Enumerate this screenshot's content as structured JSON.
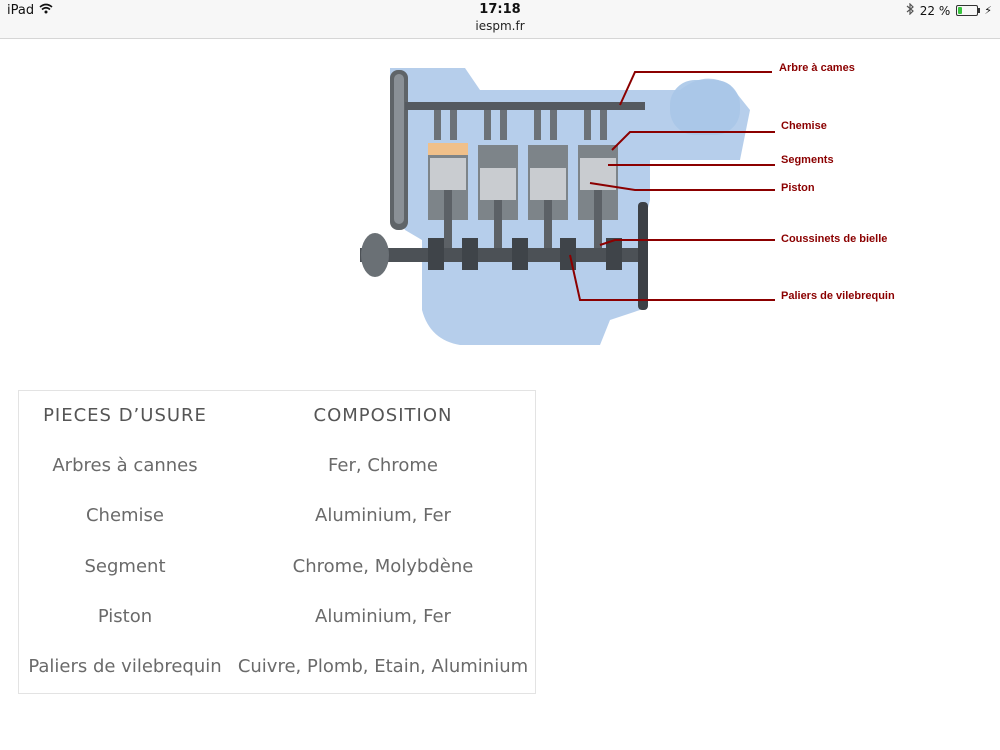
{
  "status_bar": {
    "device": "iPad",
    "time": "17:18",
    "url": "iespm.fr",
    "battery_text": "22 %",
    "battery_level": 0.22
  },
  "diagram": {
    "labels": [
      "Arbre à cames",
      "Chemise",
      "Segments",
      "Piston",
      "Coussinets de bielle",
      "Paliers de vilebrequin"
    ],
    "label_color": "#8b0000",
    "engine_color": "#a9c6e8"
  },
  "table": {
    "headers": [
      "PIECES D’USURE",
      "COMPOSITION"
    ],
    "rows": [
      [
        "Arbres à cannes",
        "Fer, Chrome"
      ],
      [
        "Chemise",
        "Aluminium, Fer"
      ],
      [
        "Segment",
        "Chrome, Molybdène"
      ],
      [
        "Piston",
        "Aluminium, Fer"
      ],
      [
        "Paliers de vilebrequin",
        "Cuivre, Plomb, Etain, Aluminium"
      ]
    ]
  }
}
